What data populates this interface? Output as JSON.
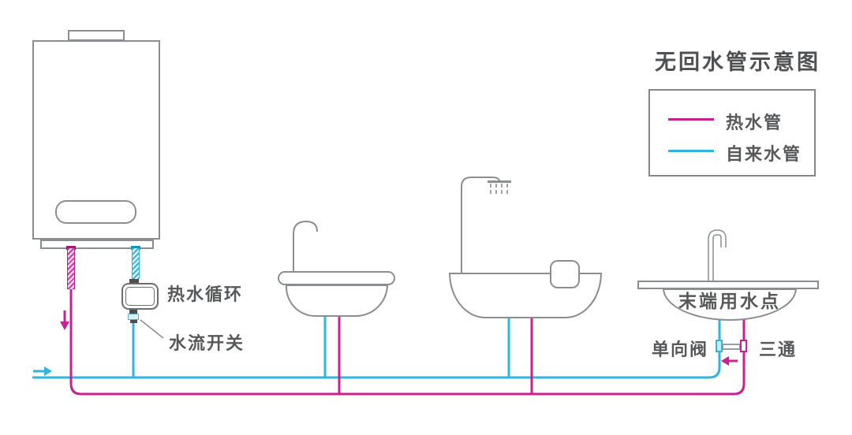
{
  "title": "无回水管示意图",
  "legend": {
    "items": [
      {
        "label": "热水管",
        "color": "#c92190"
      },
      {
        "label": "自来水管",
        "color": "#30b4e0"
      }
    ]
  },
  "annotations": {
    "circulation_pump": "热水循环",
    "flow_switch": "水流开关",
    "end_use_point": "末端用水点",
    "check_valve": "单向阀",
    "tee": "三通"
  },
  "components": [
    "water-heater",
    "hot-water-flex-hose",
    "cold-water-flex-hose",
    "circulation-pump",
    "flow-switch",
    "washbasin",
    "bathtub-with-shower",
    "end-use-sink",
    "check-valve",
    "tee-joint",
    "hot-water-flow-arrow-down",
    "tap-water-inlet-arrow-right",
    "return-flow-arrow-left"
  ],
  "colors": {
    "hot_water": "#c92190",
    "tap_water": "#30b4e0",
    "outline": "#8b8e90",
    "text": "#57585a"
  }
}
